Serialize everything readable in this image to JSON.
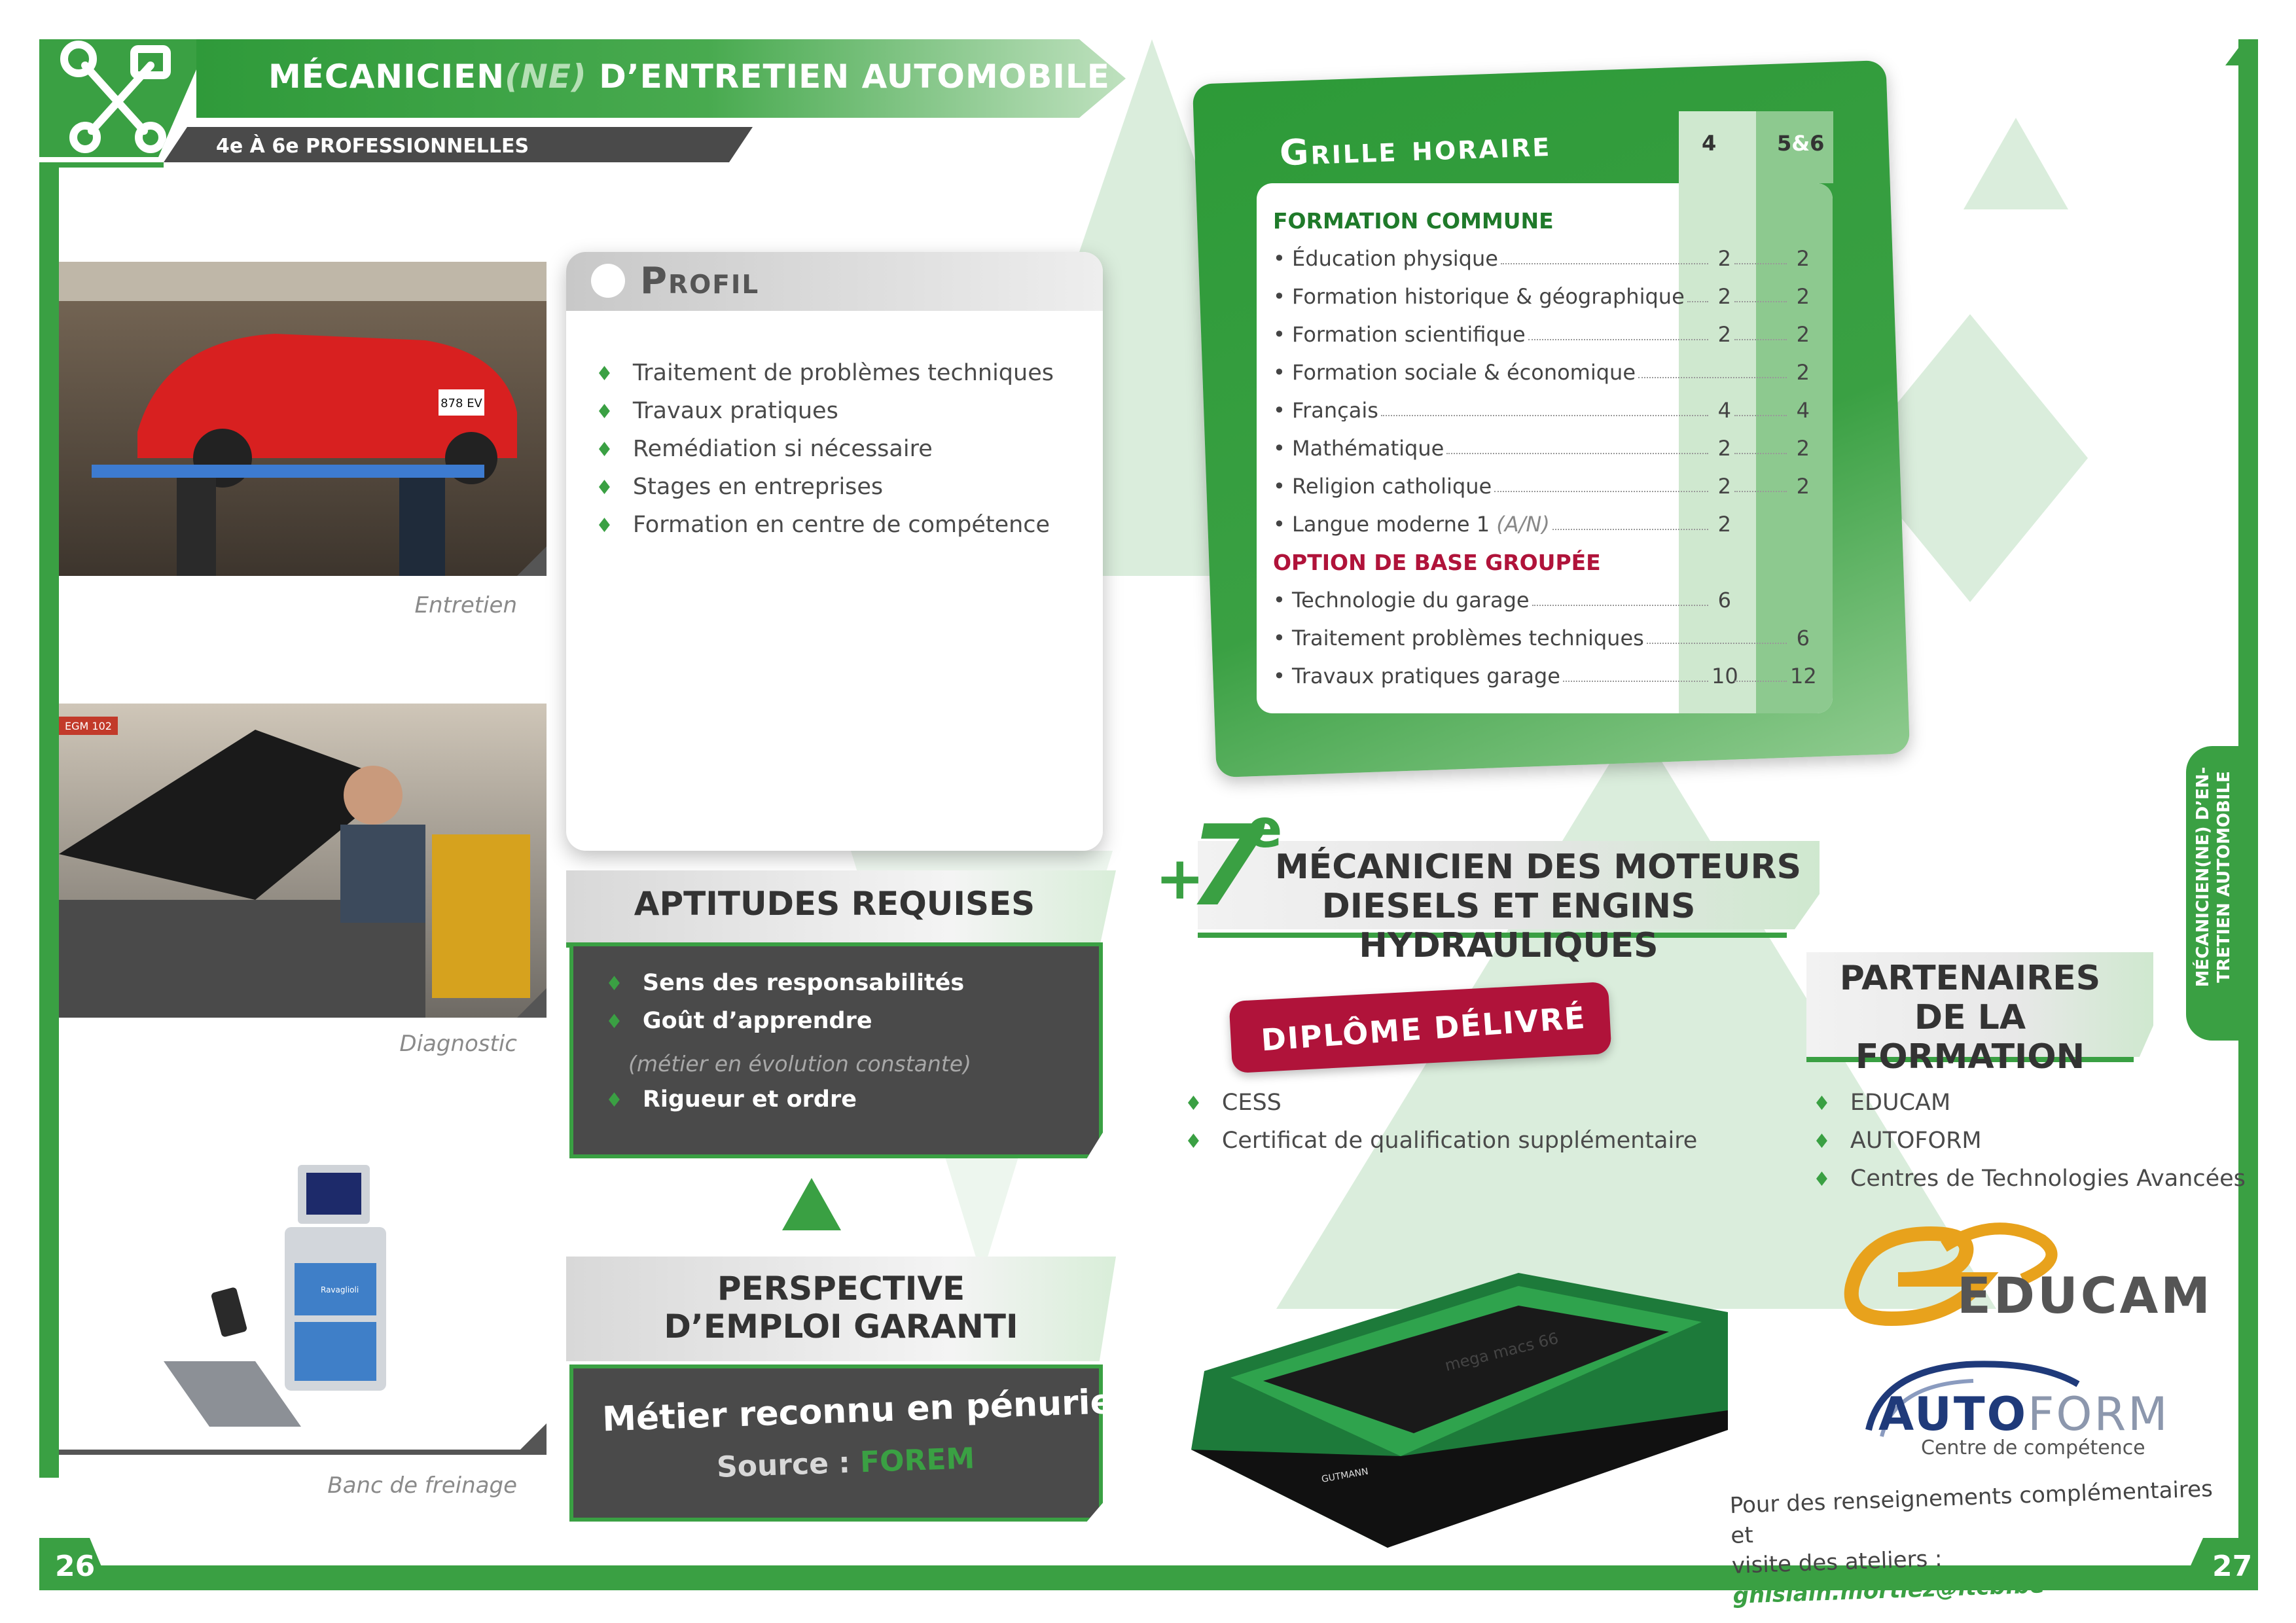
{
  "header": {
    "title_pre": "MÉCANICIEN",
    "title_ne": "(NE)",
    "title_post": " D’ENTRETIEN AUTOMOBILE",
    "subtitle": "4e À 6e PROFESSIONNELLES"
  },
  "photos": [
    {
      "caption": "Entretien",
      "plate": "878 EV"
    },
    {
      "caption": "Diagnostic",
      "sign": "EGM 102"
    },
    {
      "caption": "Banc de freinage",
      "brand": "Ravaglioli"
    }
  ],
  "profil": {
    "title": "Profil",
    "items": [
      "Traitement de problèmes techniques",
      "Travaux pratiques",
      "Remédiation si nécessaire",
      "Stages en entreprises",
      "Formation en centre de compétence"
    ]
  },
  "aptitudes": {
    "title": "APTITUDES REQUISES",
    "items": [
      "Sens des responsabilités",
      "Goût d’apprendre",
      "Rigueur et ordre"
    ],
    "note": "(métier en évolution constante)"
  },
  "perspective": {
    "title_line1": "PERSPECTIVE",
    "title_line2": "D’EMPLOI GARANTI",
    "line1": "Métier reconnu en pénurie !",
    "source_label": "Source : ",
    "source": "FOREM"
  },
  "grille": {
    "title": "Grille horaire",
    "col4": "4",
    "col56_a": "5",
    "col56_amp": "&",
    "col56_b": "6",
    "sections": [
      {
        "name": "FORMATION COMMUNE",
        "color": "#1f7a2a",
        "rows": [
          {
            "label": "Éducation physique",
            "v4": "2",
            "v56": "2"
          },
          {
            "label": "Formation historique & géographique",
            "v4": "2",
            "v56": "2"
          },
          {
            "label": "Formation scientifique",
            "v4": "2",
            "v56": "2"
          },
          {
            "label": "Formation sociale & économique",
            "v4": "",
            "v56": "2"
          },
          {
            "label": "Français",
            "v4": "4",
            "v56": "4"
          },
          {
            "label": "Mathématique",
            "v4": "2",
            "v56": "2"
          },
          {
            "label": "Religion catholique",
            "v4": "2",
            "v56": "2"
          },
          {
            "label": "Langue moderne 1 ",
            "note": "(A/N)",
            "v4": "2",
            "v56": ""
          }
        ]
      },
      {
        "name": "OPTION DE BASE GROUPÉE",
        "color": "#b0133a",
        "rows": [
          {
            "label": "Technologie du garage",
            "v4": "6",
            "v56": ""
          },
          {
            "label": "Traitement problèmes techniques",
            "v4": "",
            "v56": "6"
          },
          {
            "label": "Travaux pratiques garage",
            "v4": "10",
            "v56": "12"
          }
        ]
      }
    ]
  },
  "septieme": {
    "plus": "+",
    "num": "7",
    "sup": "e",
    "title_line1": "MÉCANICIEN DES MOTEURS",
    "title_line2": "DIESELS ET ENGINS HYDRAULIQUES"
  },
  "diplome": {
    "title": "DIPLÔME DÉLIVRÉ",
    "items": [
      "CESS",
      "Certificat de qualification supplémentaire"
    ]
  },
  "partenaires": {
    "title_line1": "PARTENAIRES",
    "title_line2": "DE LA FORMATION",
    "items": [
      "EDUCAM",
      "AUTOFORM",
      "Centres de Technologies Avancées"
    ]
  },
  "logos": {
    "educam": "EDUCAM",
    "autoform_a": "AUTO",
    "autoform_b": "FORM",
    "autoform_sub": "Centre de compétence"
  },
  "device": {
    "screen_text": "mega macs 66",
    "brand": "GUTMANN"
  },
  "contact": {
    "line1": "Pour des renseignements complémentaires et",
    "line2": "visite des ateliers : ",
    "email": "ghislain.mortiez@itcb.be"
  },
  "side_tab": {
    "line1": "MÉCANICIEN(NE) D’EN-",
    "line2": "TRETIEN AUTOMOBILE"
  },
  "pages": {
    "left": "26",
    "right": "27"
  },
  "colors": {
    "green": "#3aa043",
    "dark": "#4a4a4a",
    "red": "#b0133a",
    "light_green": "#cfe8cf"
  }
}
